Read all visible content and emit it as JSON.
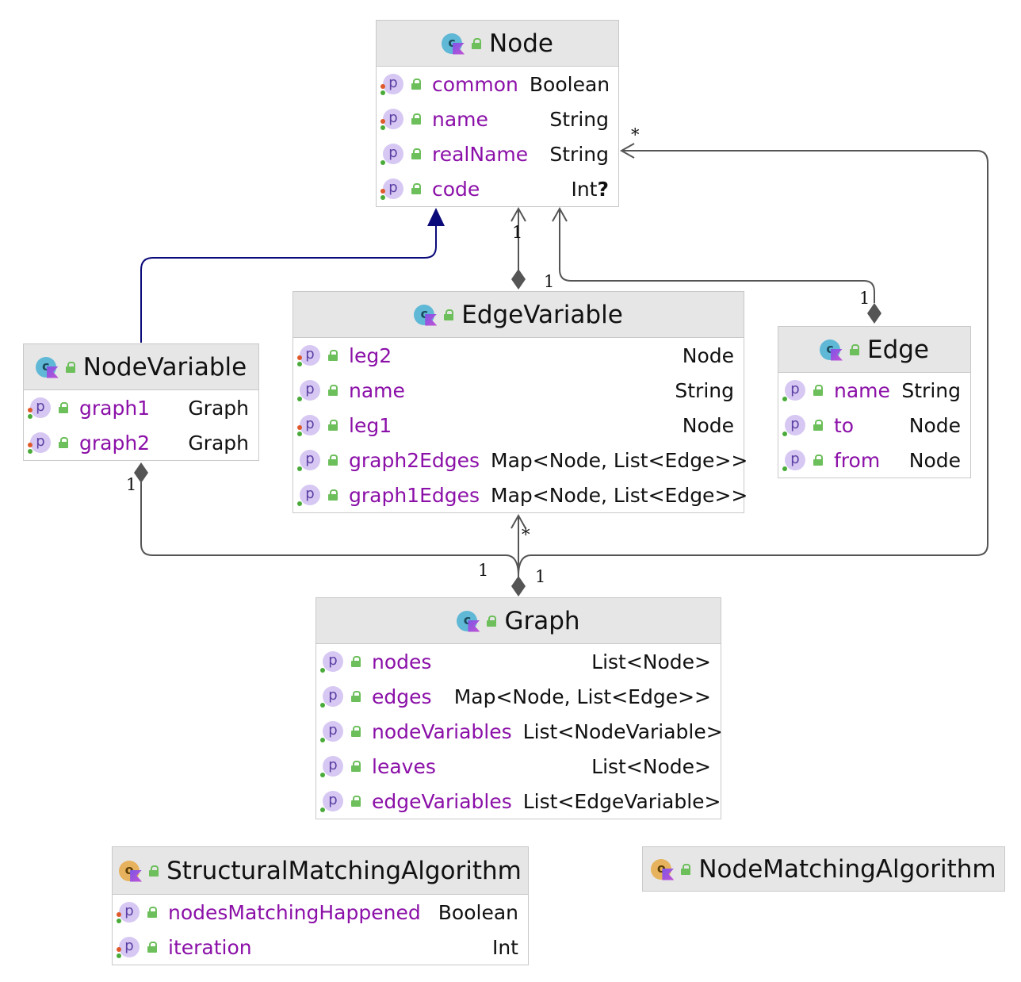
{
  "classes": {
    "node": {
      "title": "Node",
      "props": [
        {
          "name": "common",
          "type": "Boolean"
        },
        {
          "name": "name",
          "type": "String"
        },
        {
          "name": "realName",
          "type": "String"
        },
        {
          "name": "code",
          "type": "Int",
          "type_suffix": "?"
        }
      ]
    },
    "edge_variable": {
      "title": "EdgeVariable",
      "props": [
        {
          "name": "leg2",
          "type": "Node"
        },
        {
          "name": "name",
          "type": "String"
        },
        {
          "name": "leg1",
          "type": "Node"
        },
        {
          "name": "graph2Edges",
          "type": "Map<Node, List<Edge>>"
        },
        {
          "name": "graph1Edges",
          "type": "Map<Node, List<Edge>>"
        }
      ]
    },
    "node_variable": {
      "title": "NodeVariable",
      "props": [
        {
          "name": "graph1",
          "type": "Graph"
        },
        {
          "name": "graph2",
          "type": "Graph"
        }
      ]
    },
    "edge": {
      "title": "Edge",
      "props": [
        {
          "name": "name",
          "type": "String"
        },
        {
          "name": "to",
          "type": "Node"
        },
        {
          "name": "from",
          "type": "Node"
        }
      ]
    },
    "graph": {
      "title": "Graph",
      "props": [
        {
          "name": "nodes",
          "type": "List<Node>"
        },
        {
          "name": "edges",
          "type": "Map<Node, List<Edge>>"
        },
        {
          "name": "nodeVariables",
          "type": "List<NodeVariable>"
        },
        {
          "name": "leaves",
          "type": "List<Node>"
        },
        {
          "name": "edgeVariables",
          "type": "List<EdgeVariable>"
        }
      ]
    },
    "structural_matching_algorithm": {
      "title": "StructuralMatchingAlgorithm",
      "props": [
        {
          "name": "nodesMatchingHappened",
          "type": "Boolean"
        },
        {
          "name": "iteration",
          "type": "Int"
        }
      ]
    },
    "node_matching_algorithm": {
      "title": "NodeMatchingAlgorithm",
      "props": []
    }
  },
  "multiplicities": {
    "node_star": "*",
    "node_ev_one": "1",
    "ev_node_one": "1",
    "edge_one": "1",
    "nv_one": "1",
    "ev_star": "*",
    "graph_left_one": "1",
    "graph_right_one": "1"
  },
  "icons": {
    "class_icon": "kotlin-class-icon",
    "object_icon": "kotlin-object-icon",
    "property_icon": "property-icon",
    "visibility_icon": "public-lock-icon"
  },
  "colors": {
    "header_bg": "#e6e6e6",
    "property_name": "#8b10a8",
    "inheritance_line": "#0a0a7a",
    "association_line": "#555555"
  }
}
